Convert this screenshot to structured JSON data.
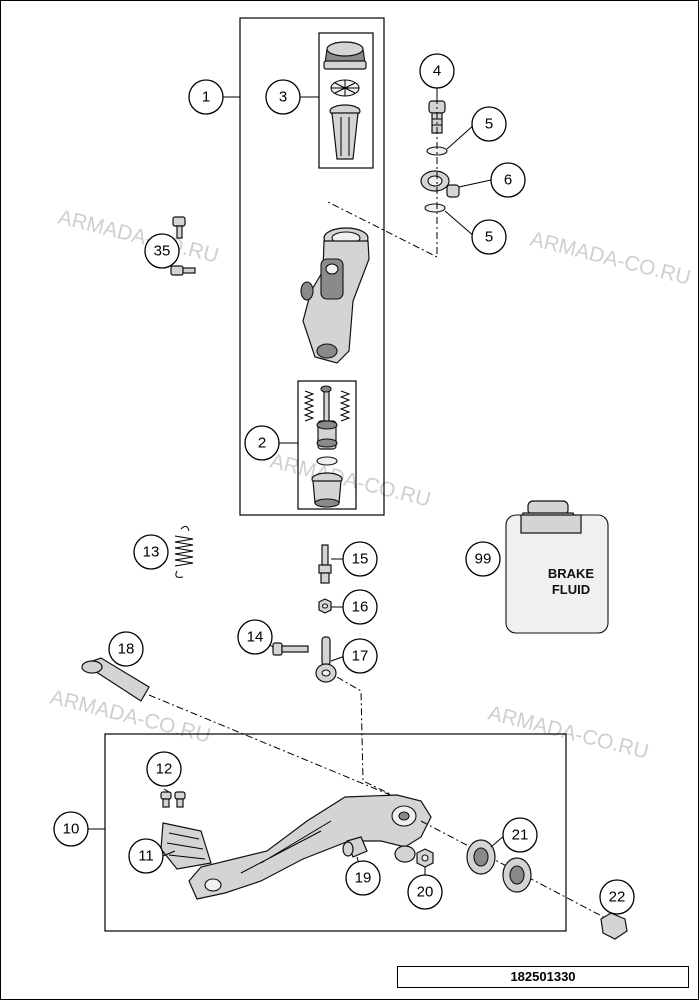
{
  "watermark": "ARMADA-CO.RU",
  "document_number": "182501330",
  "brake_fluid_label": [
    "BRAKE",
    "FLUID"
  ],
  "callouts": [
    "1",
    "2",
    "3",
    "4",
    "5",
    "5",
    "6",
    "10",
    "11",
    "12",
    "13",
    "14",
    "15",
    "16",
    "17",
    "18",
    "19",
    "20",
    "21",
    "22",
    "35",
    "99"
  ]
}
